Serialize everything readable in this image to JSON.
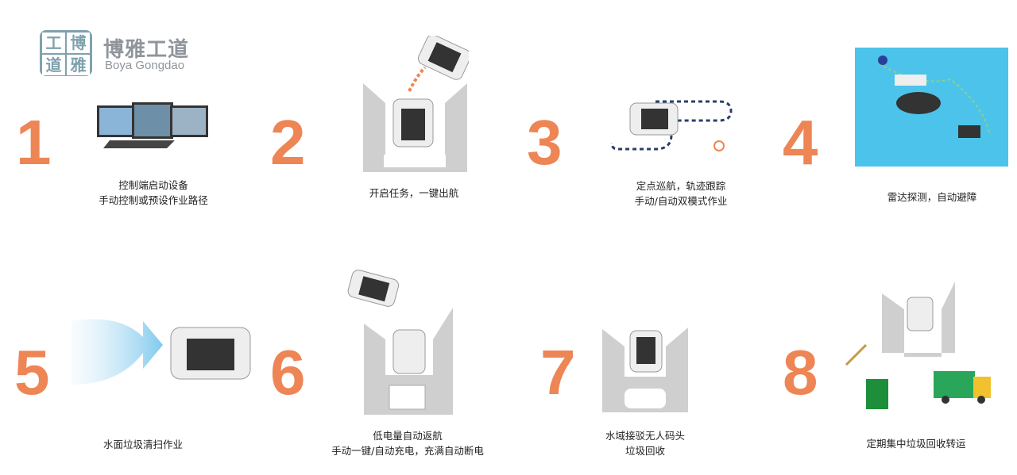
{
  "logo": {
    "cells": [
      "工",
      "博",
      "道",
      "雅"
    ],
    "name_cn": "博雅工道",
    "name_en": "Boya Gongdao"
  },
  "steps": [
    {
      "number": "1",
      "lines": [
        "控制端启动设备",
        "手动控制或预设作业路径"
      ]
    },
    {
      "number": "2",
      "lines": [
        "开启任务，一键出航"
      ]
    },
    {
      "number": "3",
      "lines": [
        "定点巡航，轨迹跟踪",
        "手动/自动双模式作业"
      ]
    },
    {
      "number": "4",
      "lines": [
        "雷达探测，自动避障"
      ]
    },
    {
      "number": "5",
      "lines": [
        "水面垃圾清扫作业"
      ]
    },
    {
      "number": "6",
      "lines": [
        "低电量自动返航",
        "手动一键/自动充电，充满自动断电"
      ]
    },
    {
      "number": "7",
      "lines": [
        "水域接驳无人码头",
        "垃圾回收"
      ]
    },
    {
      "number": "8",
      "lines": [
        "定期集中垃圾回收转运"
      ]
    }
  ],
  "colors": {
    "accent": "#ee8555",
    "logo": "#7fa1ae",
    "dock": "#cfcfcf",
    "water": "#4cc3ea"
  }
}
